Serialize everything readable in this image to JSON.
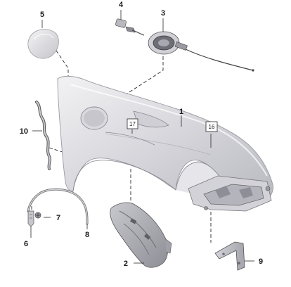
{
  "callouts": {
    "p1": "1",
    "p2": "2",
    "p3": "3",
    "p4": "4",
    "p5": "5",
    "p6": "6",
    "p7": "7",
    "p8": "8",
    "p9": "9",
    "p10": "10"
  },
  "refs": {
    "r16": "16",
    "r17": "17"
  },
  "colors": {
    "part_light": "#e4e4e8",
    "part_mid": "#c9c9cf",
    "part_dark": "#9c9ca4",
    "line": "#2a2a2a"
  }
}
